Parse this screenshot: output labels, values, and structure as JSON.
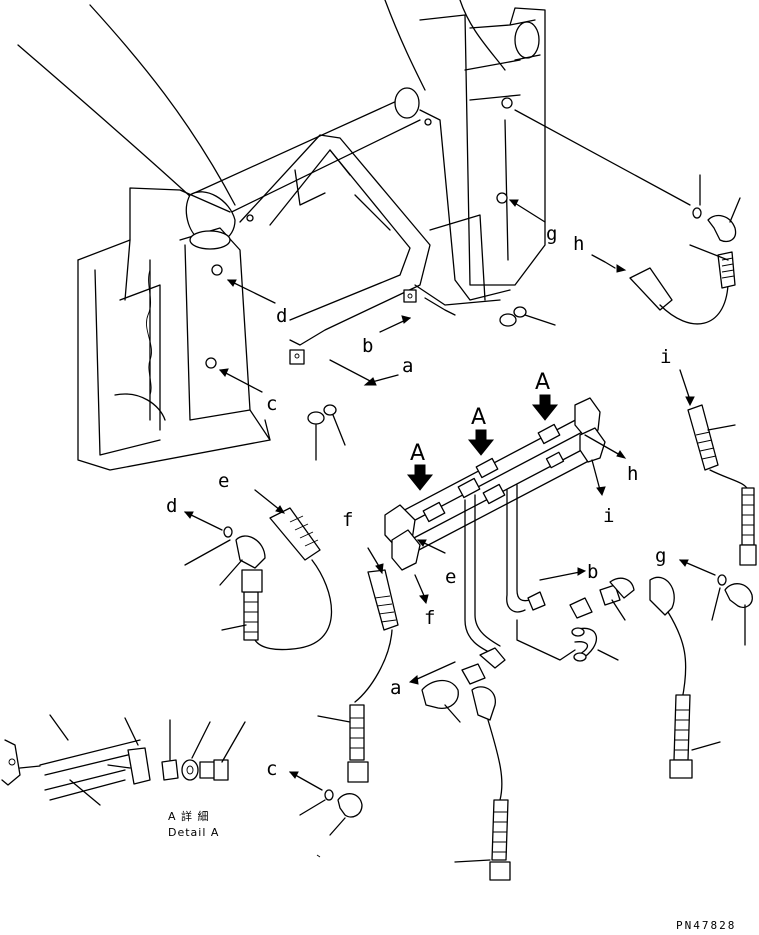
{
  "callouts": {
    "a": "a",
    "b": "b",
    "c": "c",
    "d": "d",
    "e": "e",
    "f": "f",
    "g": "g",
    "h": "h",
    "i": "i"
  },
  "view_marker": "A",
  "detail": {
    "jp": "A 詳 細",
    "en": "Detail A"
  },
  "part_number": "PN47828"
}
